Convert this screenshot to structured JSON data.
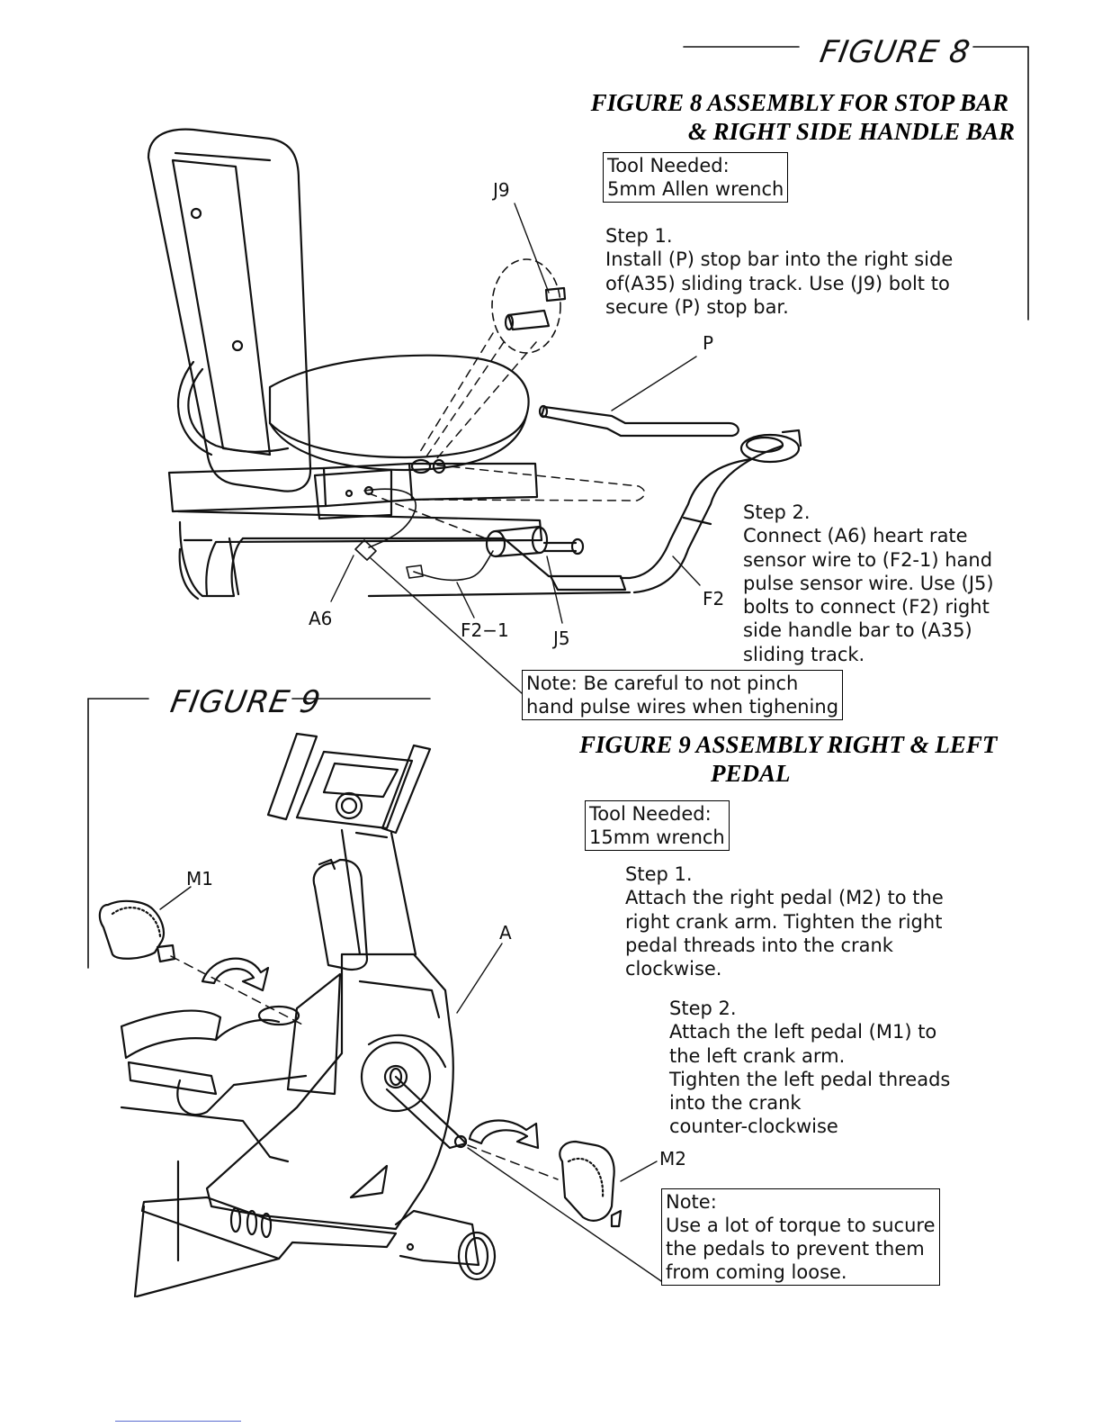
{
  "figure8": {
    "hand_label": "FIGURE 8",
    "title_line1": "FIGURE  8  ASSEMBLY FOR  STOP  BAR",
    "title_line2": "& RIGHT SIDE HANDLE BAR",
    "tool": [
      "Tool Needed:",
      "5mm Allen wrench"
    ],
    "step1": [
      "Step 1.",
      "Install (P) stop bar into the right side",
      "of(A35) sliding track. Use (J9) bolt to",
      "secure (P) stop bar."
    ],
    "step2": [
      "Step 2.",
      "Connect (A6) heart rate",
      "sensor wire to (F2-1) hand",
      "pulse sensor wire. Use (J5)",
      "bolts to connect (F2) right",
      "side handle bar to (A35)",
      "sliding track."
    ],
    "note": [
      "Note: Be careful to not pinch",
      "hand pulse wires when tighening"
    ],
    "parts": {
      "j9": "J9",
      "p": "P",
      "a6": "A6",
      "f2_1": "F2−1",
      "j5": "J5",
      "f2": "F2"
    }
  },
  "figure9": {
    "hand_label": "FIGURE 9",
    "title_line1": "FIGURE  9  ASSEMBLY RIGHT & LEFT",
    "title_line2": "PEDAL",
    "tool": [
      "Tool Needed:",
      "15mm wrench"
    ],
    "step1": [
      "Step 1.",
      "Attach the right pedal (M2) to the",
      "right crank arm. Tighten the right",
      "pedal threads into the crank",
      "clockwise."
    ],
    "step2": [
      "Step 2.",
      "Attach the left pedal (M1) to",
      "the left crank arm.",
      "Tighten the left pedal threads",
      "into the crank",
      "counter-clockwise"
    ],
    "note": [
      "Note:",
      "Use a lot of torque to sucure",
      "the pedals to prevent them",
      "from coming loose."
    ],
    "parts": {
      "m1": "M1",
      "a": "A",
      "m2": "M2"
    }
  }
}
